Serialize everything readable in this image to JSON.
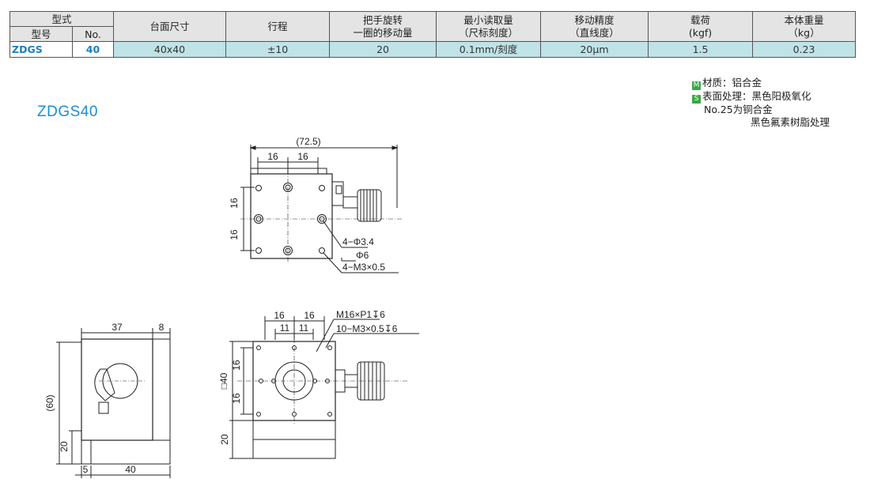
{
  "table": {
    "headers": {
      "type_group": "型式",
      "model": "型号",
      "no": "No.",
      "table_size": "台面尺寸",
      "travel": "行程",
      "handle_line1": "把手旋转",
      "handle_line2": "一圈的移动量",
      "min_read_line1": "最小读取量",
      "min_read_line2": "（尺标刻度）",
      "accuracy_line1": "移动精度",
      "accuracy_line2": "（直线度）",
      "load_line1": "载荷",
      "load_line2": "(kgf)",
      "weight_line1": "本体重量",
      "weight_line2": "（kg）"
    },
    "rows": [
      {
        "model": "ZDGS",
        "no": "40",
        "table_size": "40x40",
        "travel": "±10",
        "handle_move": "20",
        "min_read": "0.1mm/刻度",
        "accuracy": "20μm",
        "load": "1.5",
        "weight": "0.23"
      }
    ]
  },
  "notes": {
    "material_badge": "M",
    "material": "材质：铝合金",
    "surface_badge": "S",
    "surface": "表面处理：黑色阳极氧化",
    "surface_line2": "No.25为铜合金",
    "surface_line3": "黑色氟素树脂处理"
  },
  "model_title": "ZDGS40",
  "top_view": {
    "overall": "(72.5)",
    "dim_16a": "16",
    "dim_16b": "16",
    "dim_v16a": "16",
    "dim_v16b": "16",
    "callout1": "4−Φ3.4",
    "callout2": "Φ6",
    "callout3": "4−M3×0.5"
  },
  "side_view": {
    "dim_37": "37",
    "dim_8": "8",
    "dim_60": "(60)",
    "dim_20": "20",
    "dim_5": "5",
    "dim_40": "40"
  },
  "front_view": {
    "dim_16a": "16",
    "dim_16b": "16",
    "dim_11a": "11",
    "dim_11b": "11",
    "callout1": "M16×P1↧6",
    "callout2": "10−M3×0.5↧6",
    "dim_sq40": "□40",
    "dim_v16a": "16",
    "dim_v16b": "16",
    "dim_20": "20"
  }
}
